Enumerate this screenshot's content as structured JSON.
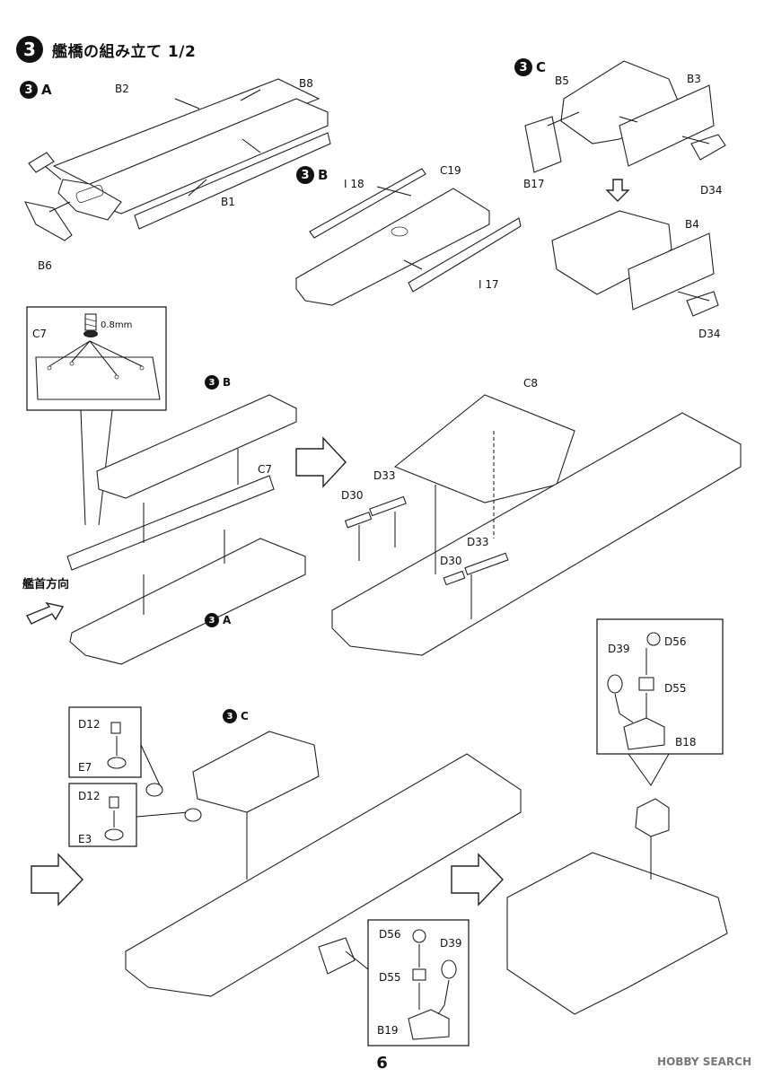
{
  "header": {
    "step_number": "3",
    "title": "艦橋の組み立て 1/2"
  },
  "substeps": {
    "a": {
      "number": "3",
      "letter": "A"
    },
    "b": {
      "number": "3",
      "letter": "B"
    },
    "c": {
      "number": "3",
      "letter": "C"
    }
  },
  "parts": {
    "b2": "B2",
    "b8": "B8",
    "b1": "B1",
    "b6": "B6",
    "i18": "I 18",
    "c19": "C19",
    "i17": "I 17",
    "b5": "B5",
    "b3": "B3",
    "b17": "B17",
    "d34_top": "D34",
    "b4": "B4",
    "d34_bottom": "D34",
    "c7_detail": "C7",
    "drill": "0.8mm",
    "c7": "C7",
    "c8": "C8",
    "d30_a": "D30",
    "d33_a": "D33",
    "d30_b": "D30",
    "d33_b": "D33",
    "d39_r": "D39",
    "d56_r": "D56",
    "d55_r": "D55",
    "b18_r": "B18",
    "d12_a": "D12",
    "e7": "E7",
    "d12_b": "D12",
    "e3": "E3",
    "d56_b": "D56",
    "d39_b": "D39",
    "d55_b": "D55",
    "b19": "B19"
  },
  "bow_direction": "艦首方向",
  "page_number": "6",
  "watermark": "HOBBY SEARCH",
  "icons": [
    "drill-icon",
    "arrow-icon",
    "assembly-flow-arrow-icon"
  ]
}
